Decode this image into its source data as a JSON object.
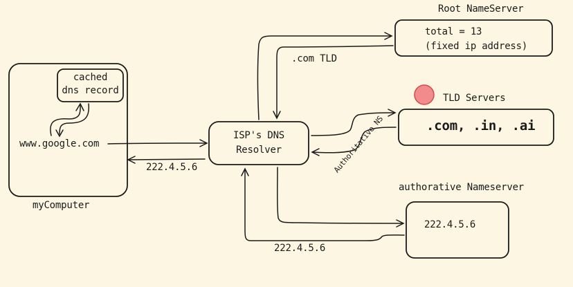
{
  "root_ns": {
    "title": "Root NameServer",
    "line1": "total = 13",
    "line2": "(fixed ip address)"
  },
  "tld": {
    "title": "TLD Servers",
    "domains": ".com, .in, .ai",
    "dot_color": "#f28b8b"
  },
  "auth_ns": {
    "title": "authorative Nameserver",
    "ip": "222.4.5.6"
  },
  "resolver": {
    "line1": "ISP's DNS",
    "line2": "Resolver"
  },
  "computer": {
    "label": "myComputer",
    "cache_line1": "cached",
    "cache_line2": "dns record",
    "query": "www.google.com"
  },
  "edges": {
    "com_tld": ".com TLD",
    "authoritative_ns": "Authoritative NS",
    "ip_to_computer": "222.4.5.6",
    "ip_from_auth": "222.4.5.6"
  }
}
